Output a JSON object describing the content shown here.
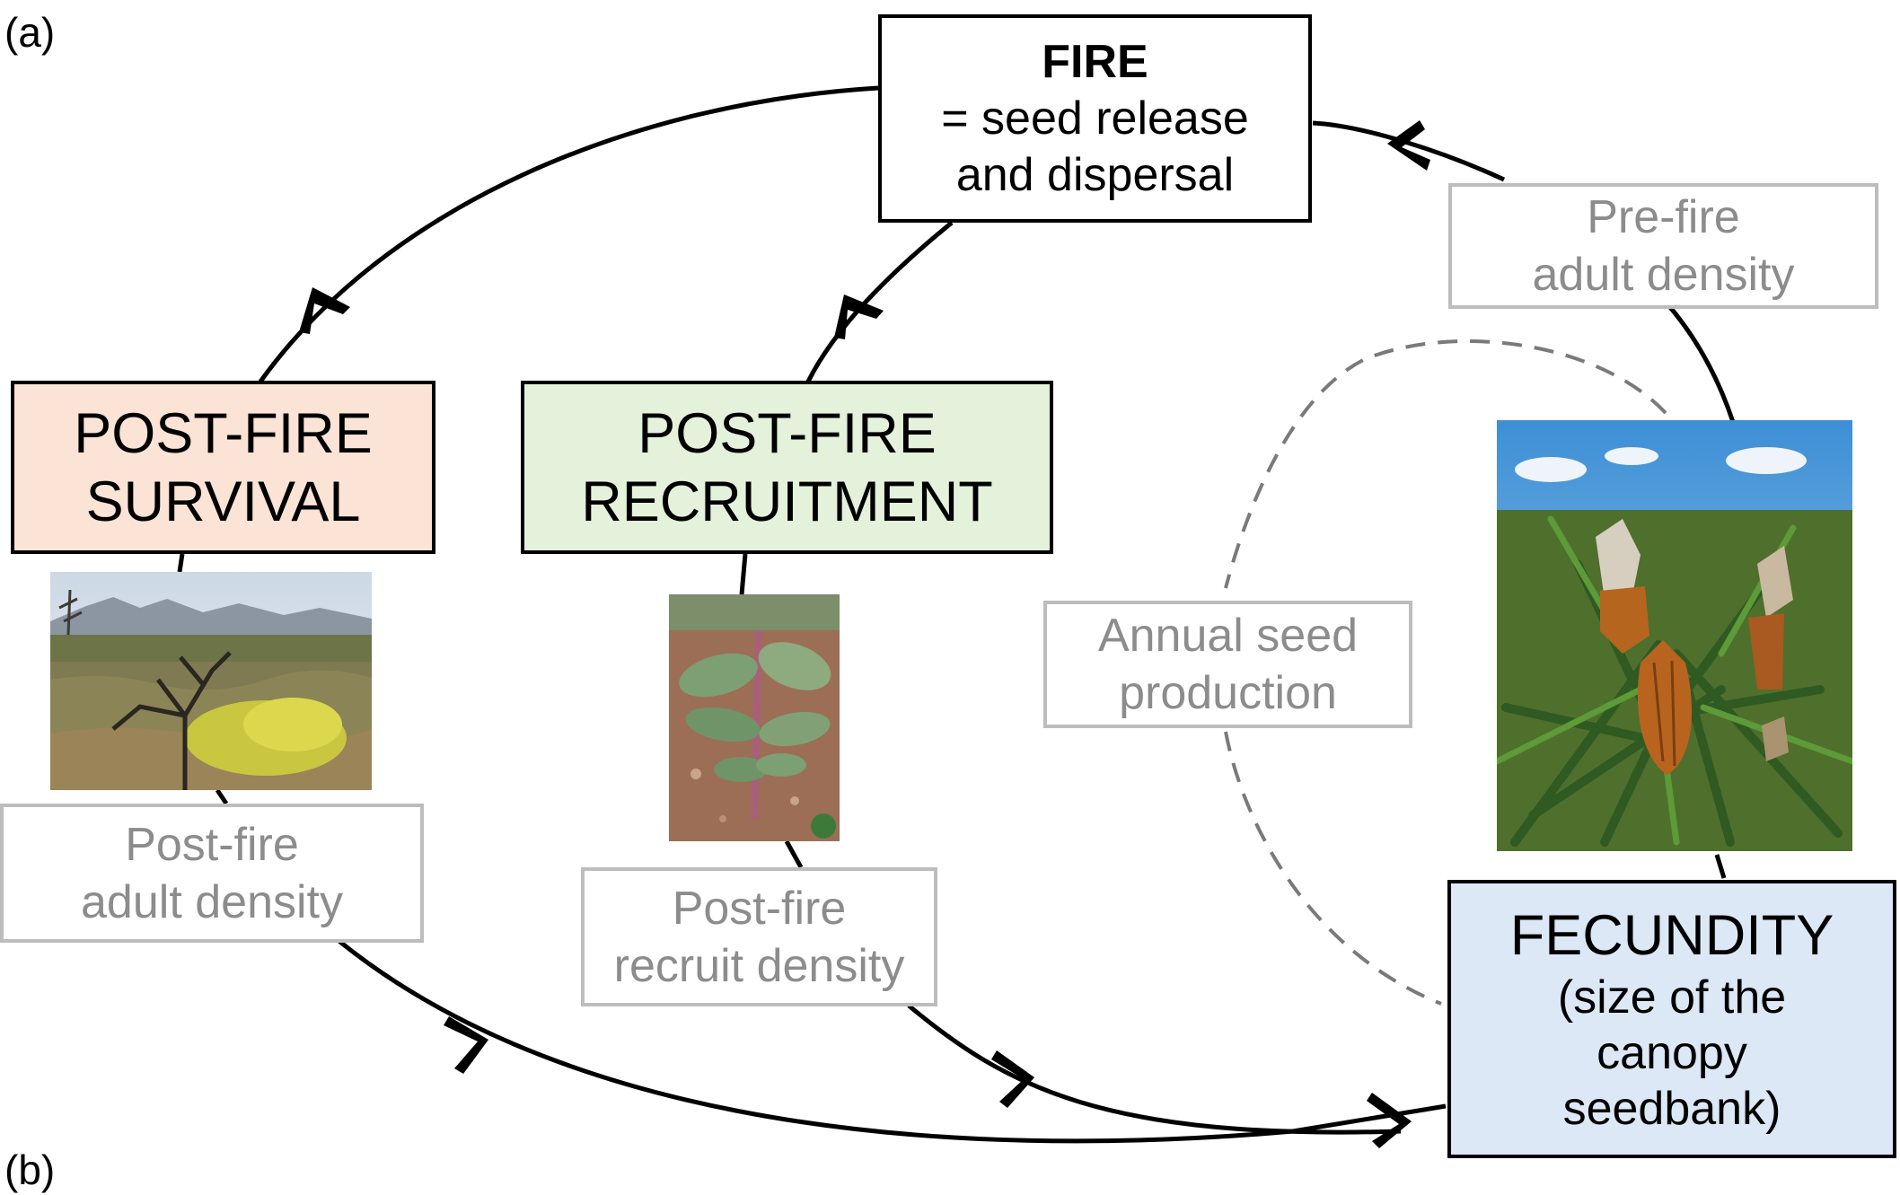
{
  "panel_label_a": "(a)",
  "panel_label_b": "(b)",
  "fire": {
    "title": "FIRE",
    "line1": "= seed release",
    "line2": "and dispersal"
  },
  "survival": {
    "line1": "POST-FIRE",
    "line2": "SURVIVAL",
    "color": "#fbe3d6"
  },
  "recruitment": {
    "line1": "POST-FIRE",
    "line2": "RECRUITMENT",
    "color": "#e4f1db"
  },
  "fecundity": {
    "line1": "FECUNDITY",
    "line2": "(size of the",
    "line3": "canopy",
    "line4": "seedbank)",
    "color": "#dce8f5"
  },
  "pre_fire": {
    "line1": "Pre-fire",
    "line2": "adult density"
  },
  "annual_seed": {
    "line1": "Annual seed",
    "line2": "production"
  },
  "post_fire_adult": {
    "line1": "Post-fire",
    "line2": "adult density"
  },
  "post_fire_recruit": {
    "line1": "Post-fire",
    "line2": "recruit density"
  },
  "photos": [
    "burnt-landscape-photo",
    "seedling-photo",
    "protea-cones-photo"
  ]
}
